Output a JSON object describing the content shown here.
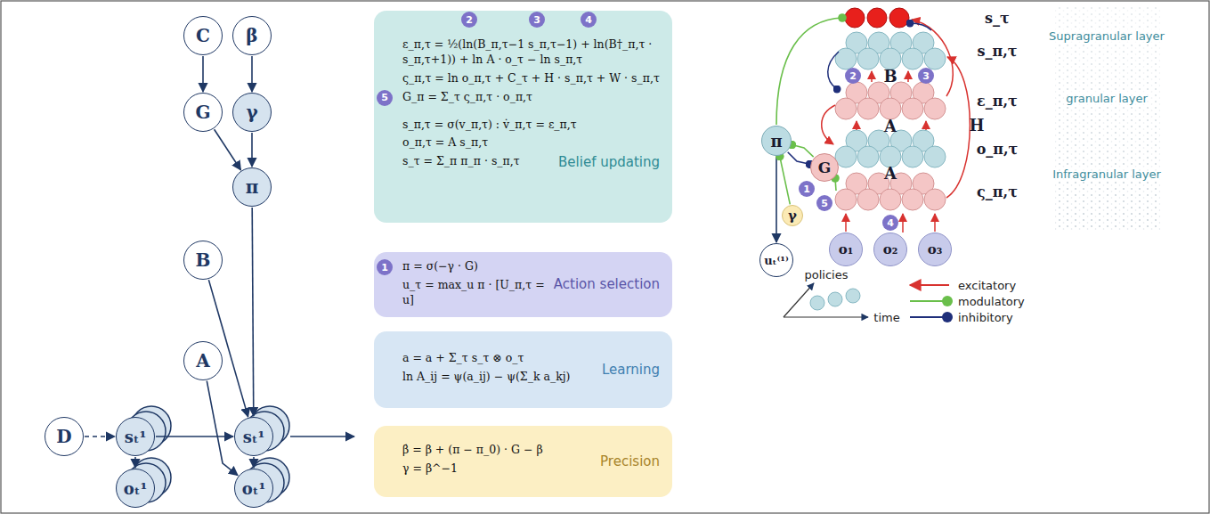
{
  "diagram": {
    "nodes": [
      {
        "text": [
          "C"
        ]
      },
      {
        "text": [
          "β"
        ]
      },
      {
        "text": [
          "G"
        ]
      },
      {
        "text": [
          "γ"
        ]
      },
      {
        "text": [
          "π"
        ]
      },
      {
        "text": [
          "B"
        ]
      },
      {
        "text": [
          "D"
        ]
      },
      {
        "text": [
          "sₜ¹"
        ]
      },
      {
        "text": [
          "sₜ¹"
        ]
      },
      {
        "text": [
          "A"
        ]
      },
      {
        "text": [
          "oₜ¹"
        ]
      },
      {
        "text": [
          "oₜ¹"
        ]
      },
      {
        "text": [
          "ε_π,τ = ½(ln(B_π,τ−1 s_π,τ−1) + ln(B†_π,τ · s_π,τ+1)) + ln A · o_τ − ln s_π,τ",
          "ς_π,τ = ln o_π,τ + C_τ + H · s_π,τ + W · s_π,τ",
          "G_π = Σ_τ ς_π,τ · o_π,τ",
          "s_π,τ = σ(v_π,τ) : v̇_π,τ = ε_π,τ",
          "o_π,τ = A s_π,τ",
          "s_τ = Σ_π π_π · s_π,τ",
          "Belief updating"
        ]
      },
      {
        "text": [
          "π = σ(−γ · G)",
          "u_τ = max_u π · [U_π,τ = u]",
          "Action selection"
        ]
      },
      {
        "text": [
          "a = a + Σ_τ s_τ ⊗ o_τ",
          "ln A_ij = ψ(a_ij) − ψ(Σ_k a_kj)",
          "Learning"
        ]
      },
      {
        "text": [
          "β̇ = β + (π − π_0) · G − β",
          "γ = β^−1",
          "Precision"
        ]
      },
      {
        "text": [
          "π"
        ]
      },
      {
        "text": [
          "G"
        ]
      },
      {
        "text": [
          "γ"
        ]
      },
      {
        "text": [
          "uₜ⁽¹⁾"
        ]
      },
      {
        "text": [
          "o₁"
        ]
      },
      {
        "text": [
          "o₂"
        ]
      },
      {
        "text": [
          "o₃"
        ]
      }
    ],
    "edges": [
      {
        "from": 0,
        "to": 2,
        "arrow": "to"
      },
      {
        "from": 1,
        "to": 3,
        "arrow": "to"
      },
      {
        "from": 2,
        "to": 4,
        "arrow": "to"
      },
      {
        "from": 3,
        "to": 4,
        "arrow": "to"
      },
      {
        "from": 4,
        "to": 8,
        "arrow": "to"
      },
      {
        "from": 5,
        "to": 8,
        "arrow": "to"
      },
      {
        "from": 6,
        "to": 7,
        "arrow": "to"
      },
      {
        "from": 7,
        "to": 8,
        "arrow": "to"
      },
      {
        "from": 7,
        "to": 10,
        "arrow": "to"
      },
      {
        "from": 8,
        "to": 11,
        "arrow": "to"
      },
      {
        "from": 9,
        "to": 11,
        "arrow": "to"
      },
      {
        "from": 16,
        "to": 19,
        "arrow": "to"
      },
      {
        "from": 18,
        "to": 16,
        "arrow": "to"
      },
      {
        "from": 17,
        "to": 16,
        "arrow": "to"
      },
      {
        "from": 16,
        "to": 17,
        "arrow": "to"
      }
    ],
    "labels": [
      "2",
      "3",
      "4",
      "5",
      "1",
      "s_τ",
      "s_π,τ",
      "ε_π,τ",
      "o_π,τ",
      "ς_π,τ",
      "B",
      "A",
      "H",
      "A",
      "2",
      "3",
      "1",
      "5",
      "4",
      "Supragranular layer",
      "granular layer",
      "Infragranular layer",
      "policies",
      "time"
    ],
    "legend": [
      {
        "text": "excitatory"
      },
      {
        "text": "modulatory"
      },
      {
        "text": "inhibitory"
      }
    ]
  }
}
